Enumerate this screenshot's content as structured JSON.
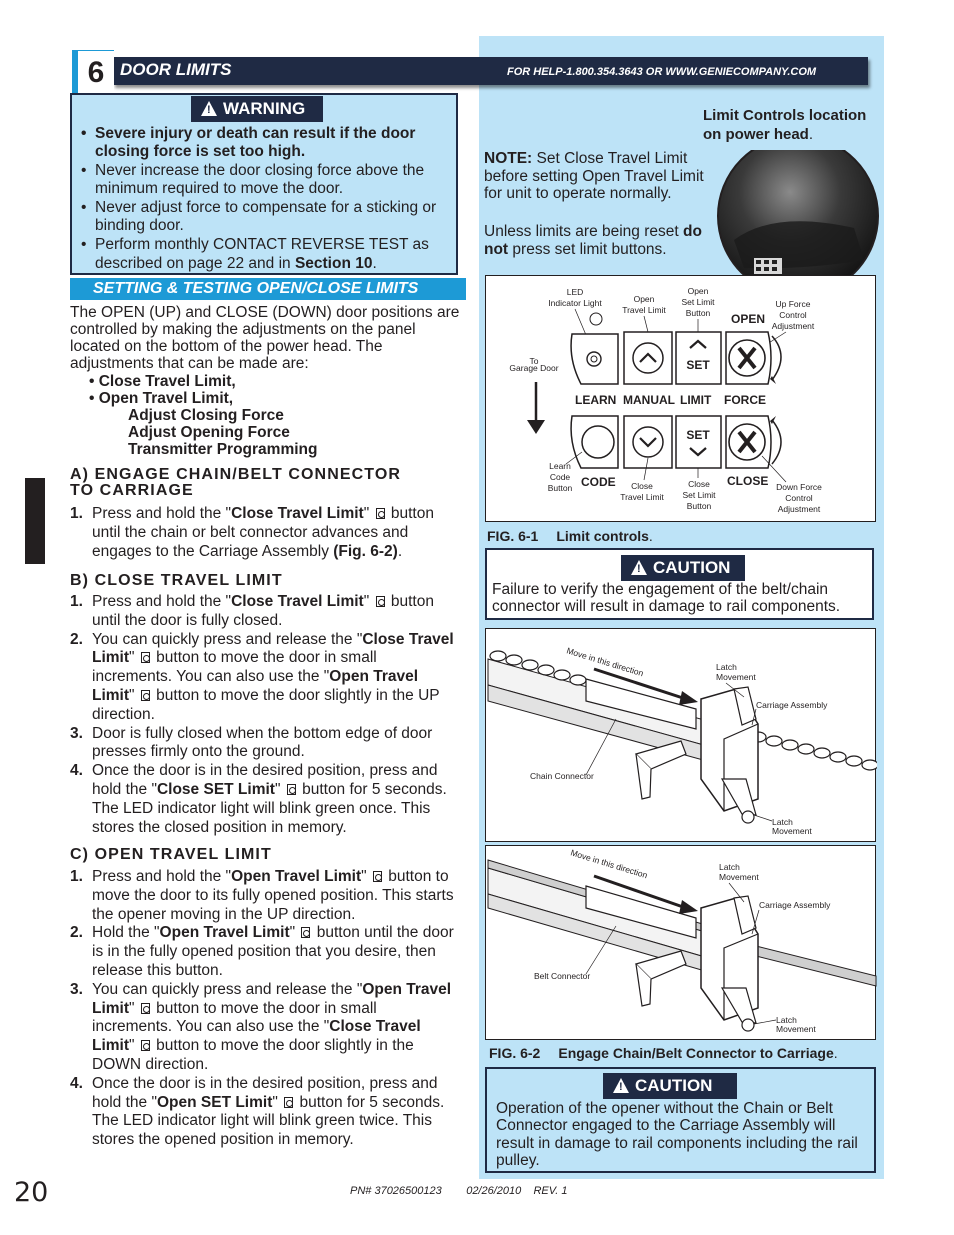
{
  "header": {
    "section_number": "6",
    "title": "DOOR LIMITS",
    "help": "FOR HELP-1.800.354.3643 OR WWW.GENIECOMPANY.COM"
  },
  "warning": {
    "label": "WARNING",
    "items": [
      "Severe injury or death can result if the door closing force is set too high.",
      "Never increase the door closing force above the minimum required to move the door.",
      "Never adjust force to compensate for a sticking or binding door."
    ],
    "item4_prefix": "Perform monthly CONTACT REVERSE TEST as described on page 22 and in ",
    "item4_bold": "Section 10",
    "item4_suffix": "."
  },
  "setting": {
    "title": "SETTING & TESTING OPEN/CLOSE LIMITS",
    "intro": "The OPEN (UP) and CLOSE (DOWN) door positions are controlled by making the adjustments on the panel located on the bottom of the power head. The adjustments that can be made are:",
    "adjustments": [
      "• Close Travel Limit,",
      "• Open Travel Limit,",
      "Adjust Closing Force",
      "Adjust Opening Force",
      "Transmitter Programming"
    ]
  },
  "section_a": {
    "title_line1": "A) ENGAGE CHAIN/BELT CONNECTOR",
    "title_line2": "TO CARRIAGE",
    "step1": {
      "num": "1.",
      "t1": "Press and hold the \"",
      "b1": "Close Travel Limit",
      "t2": "\" ",
      "t3": " button until the chain or belt connector advances and engages to the Carriage Assembly ",
      "b2": "(Fig. 6-2)",
      "t4": "."
    }
  },
  "section_b": {
    "title": "B) CLOSE TRAVEL LIMIT",
    "step1": {
      "num": "1.",
      "t1": "Press and hold the \"",
      "b1": "Close Travel Limit",
      "t2": "\" ",
      "t3": " button until the door is fully closed."
    },
    "step2": {
      "num": "2.",
      "t1": "You can quickly press and release the \"",
      "b1": "Close Travel Limit",
      "t2": "\" ",
      "t3": " button to move the door in small increments. You can also use the \"",
      "b2": "Open Travel Limit",
      "t4": "\" ",
      "t5": " button to move the door slightly in the UP direction."
    },
    "step3": {
      "num": "3.",
      "t1": "Door is fully closed when the bottom edge of door presses firmly onto the ground."
    },
    "step4": {
      "num": "4.",
      "t1": "Once the door is in the desired position, press and hold the \"",
      "b1": "Close SET Limit",
      "t2": "\" ",
      "t3": " button for 5 seconds. The LED indicator light will blink green once. This stores the closed position in memory."
    }
  },
  "section_c": {
    "title": "C) OPEN TRAVEL LIMIT",
    "step1": {
      "num": "1.",
      "t1": "Press and hold the \"",
      "b1": "Open Travel Limit",
      "t2": "\" ",
      "t3": " button to move the door to its fully opened position. This starts the opener moving in the UP direction."
    },
    "step2": {
      "num": "2.",
      "t1": "Hold the \"",
      "b1": "Open Travel Limit",
      "t2": "\" ",
      "t3": " button until the door is in the fully opened position that you desire, then release this button."
    },
    "step3": {
      "num": "3.",
      "t1": "You can quickly press and release the \"",
      "b1": "Open Travel Limit",
      "t2": "\" ",
      "t3": " button to move the door in small increments. You can also use the \"",
      "b2": "Close Travel Limit",
      "t4": "\" ",
      "t5": " button to move the door slightly in the DOWN direction."
    },
    "step4": {
      "num": "4.",
      "t1": "Once the door is in the desired position, press and hold the \"",
      "b1": "Open SET Limit",
      "t2": "\" ",
      "t3": " button for 5 seconds. The LED indicator light will blink green twice. This stores the opened position in memory."
    }
  },
  "right": {
    "limit_location_line1": "Limit Controls location",
    "limit_location_line2": "on power head",
    "limit_location_end": ".",
    "note_label": "NOTE:",
    "note_text": " Set Close Travel Limit before setting Open Travel Limit for unit to operate normally.",
    "unless_t1": "Unless limits are being reset ",
    "unless_b": "do not",
    "unless_t2": " press set limit buttons."
  },
  "fig1": {
    "labels": {
      "led": [
        "LED",
        "Indicator Light"
      ],
      "open_travel": [
        "Open",
        "Travel Limit"
      ],
      "open_set": [
        "Open",
        "Set Limit",
        "Button"
      ],
      "up_force": [
        "Up Force",
        "Control",
        "Adjustment"
      ],
      "to_garage": [
        "To",
        "Garage Door"
      ],
      "open": "OPEN",
      "set": "SET",
      "row": [
        "LEARN",
        "MANUAL",
        "LIMIT",
        "FORCE"
      ],
      "learn_code": [
        "Learn",
        "Code",
        "Button"
      ],
      "code": "CODE",
      "close_travel": [
        "Close",
        "Travel Limit"
      ],
      "close_set": [
        "Close",
        "Set Limit",
        "Button"
      ],
      "close": "CLOSE",
      "down_force": [
        "Down Force",
        "Control",
        "Adjustment"
      ]
    },
    "caption_num": "FIG. 6-1",
    "caption_text": "Limit controls",
    "caption_end": "."
  },
  "caution1": {
    "label": "CAUTION",
    "text": "Failure to verify the engagement of the belt/chain connector will result in damage to rail components."
  },
  "fig2": {
    "chain": {
      "move": "Move in this direction",
      "latch": [
        "Latch",
        "Movement"
      ],
      "carriage": "Carriage Assembly",
      "connector": "Chain Connector",
      "latch2": [
        "Latch",
        "Movement"
      ]
    },
    "belt": {
      "move": "Move in this direction",
      "latch": [
        "Latch",
        "Movement"
      ],
      "carriage": "Carriage Assembly",
      "connector": "Belt Connector",
      "latch2": [
        "Latch",
        "Movement"
      ]
    },
    "caption_num": "FIG. 6-2",
    "caption_text": "Engage Chain/Belt Connector to Carriage",
    "caption_end": "."
  },
  "caution2": {
    "label": "CAUTION",
    "text": "Operation of the opener without the Chain or Belt Connector engaged to the Carriage Assembly will result in damage to rail components including the rail pulley."
  },
  "footer": {
    "page_number": "20",
    "pn": "PN# 37026500123        02/26/2010    REV. 1"
  },
  "colors": {
    "navy": "#1f2a44",
    "cyan": "#1d9ad6",
    "light_blue": "#bde3f7"
  }
}
